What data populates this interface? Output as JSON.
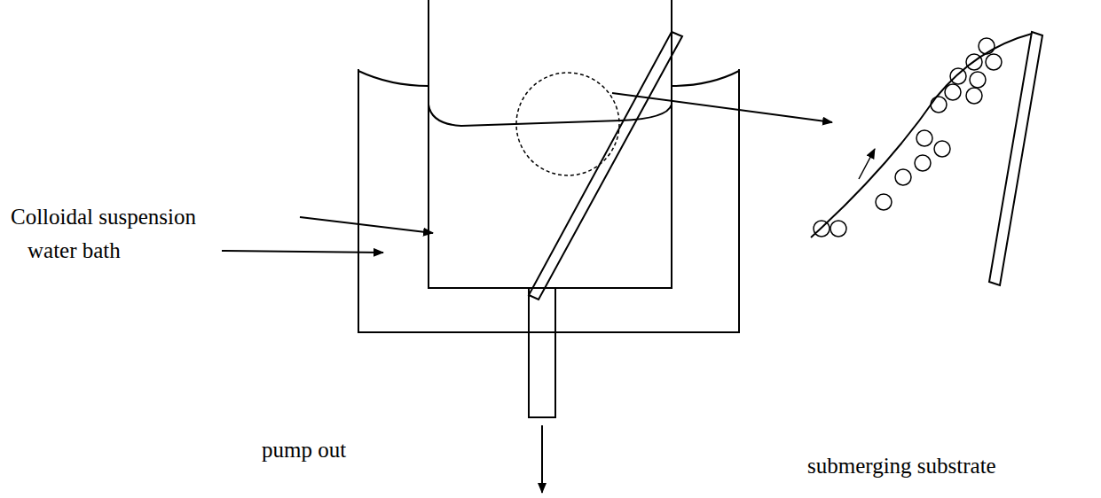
{
  "diagram": {
    "labels": [
      "Colloidal suspension",
      "water bath",
      "pump out",
      "submerging substrate"
    ]
  }
}
